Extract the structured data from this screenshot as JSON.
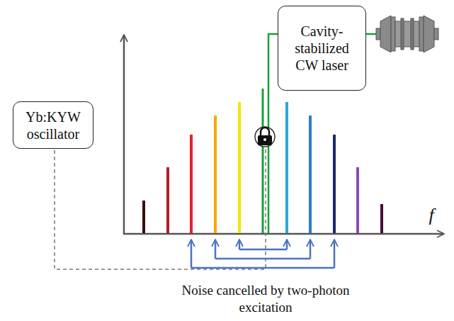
{
  "diagram": {
    "nodes": [
      {
        "text": [
          "Yb:KYW oscillator"
        ]
      },
      {
        "text": [
          "Cavity-stabilized CW laser"
        ]
      }
    ],
    "labels": [
      "f",
      "Noise cancelled by two-photon excitation"
    ]
  }
}
